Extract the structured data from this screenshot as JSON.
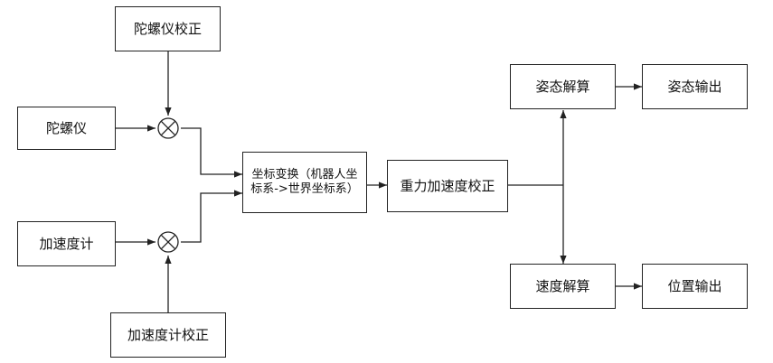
{
  "boxes": {
    "gyro_calib": "陀螺仪校正",
    "gyro": "陀螺仪",
    "accel": "加速度计",
    "accel_calib": "加速度计校正",
    "coord_transform": "坐标变换（机器人坐标系->世界坐标系）",
    "gravity_calib": "重力加速度校正",
    "attitude_solve": "姿态解算",
    "attitude_output": "姿态输出",
    "velocity_solve": "速度解算",
    "position_output": "位置输出"
  },
  "junctions": [
    "sum-junction-gyro",
    "sum-junction-accel"
  ]
}
